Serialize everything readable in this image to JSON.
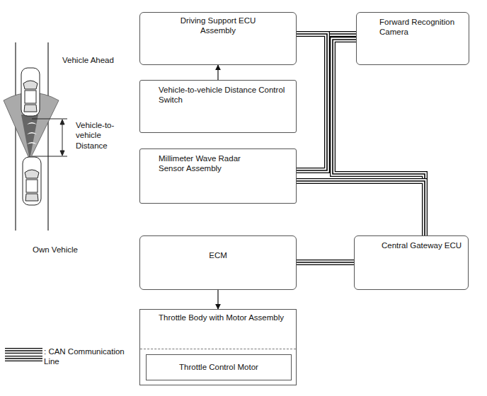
{
  "diagram": {
    "nodes": [
      {
        "text": [
          "Driving Support ECU Assembly"
        ]
      },
      {
        "text": [
          "Forward Recognition Camera"
        ]
      },
      {
        "text": [
          "Vehicle-to-vehicle Distance Control Switch"
        ]
      },
      {
        "text": [
          "Millimeter Wave Radar Sensor Assembly"
        ]
      },
      {
        "text": [
          "ECM"
        ]
      },
      {
        "text": [
          "Central Gateway ECU"
        ]
      },
      {
        "text": [
          "Throttle Body with Motor Assembly"
        ]
      },
      {
        "text": [
          "Throttle Control Motor"
        ],
        "in": 6
      }
    ],
    "edges": [
      {
        "from": 0,
        "to": 1,
        "arrow": "none"
      },
      {
        "from": 0,
        "to": 3,
        "arrow": "none"
      },
      {
        "from": 1,
        "to": 5,
        "arrow": "none"
      },
      {
        "from": 3,
        "to": 5,
        "arrow": "none"
      },
      {
        "from": 4,
        "to": 5,
        "arrow": "none"
      },
      {
        "from": 2,
        "to": 0,
        "arrow": "to"
      },
      {
        "from": 4,
        "to": 6,
        "arrow": "to"
      }
    ],
    "labels": [
      "Vehicle Ahead",
      "Vehicle-to-vehicle Distance",
      "Own Vehicle"
    ],
    "legend": [
      {
        "text": ": CAN Communication Line"
      }
    ]
  }
}
